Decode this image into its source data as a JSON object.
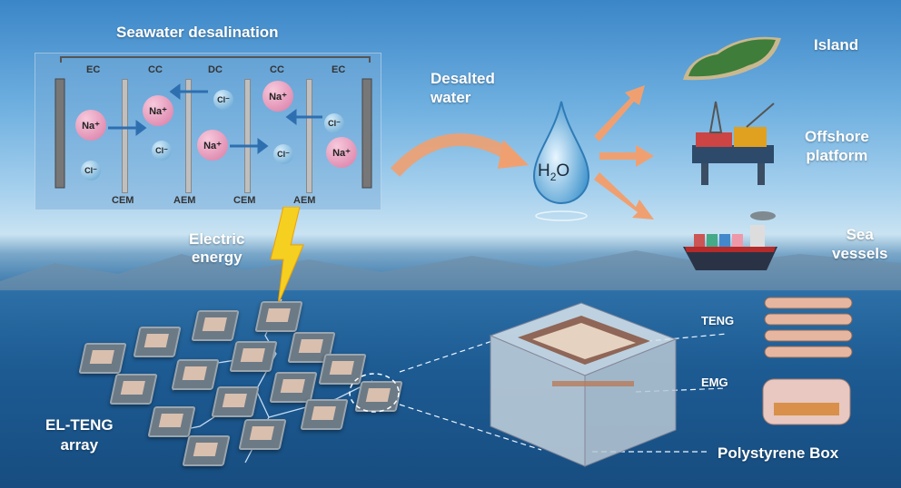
{
  "desalination": {
    "title": "Seawater desalination",
    "compartments": [
      "EC",
      "CC",
      "DC",
      "CC",
      "EC"
    ],
    "membranes": [
      "CEM",
      "AEM",
      "CEM",
      "AEM"
    ],
    "ion_na": "Na⁺",
    "ion_cl": "Cl⁻"
  },
  "flow": {
    "desalted_line1": "Desalted",
    "desalted_line2": "water",
    "drop_h": "H",
    "drop_sub": "2",
    "drop_o": "O"
  },
  "destinations": {
    "island": "Island",
    "offshore_line1": "Offshore",
    "offshore_line2": "platform",
    "vessels_line1": "Sea",
    "vessels_line2": "vessels"
  },
  "energy": {
    "line1": "Electric",
    "line2": "energy"
  },
  "array": {
    "line1": "EL-TENG",
    "line2": "array"
  },
  "device": {
    "teng": "TENG",
    "emg": "EMG",
    "box": "Polystyrene Box"
  },
  "colors": {
    "sodium": "#d97aa4",
    "chloride": "#5b9fcf",
    "arrow": "#f0a070",
    "lightning": "#f5d020"
  }
}
